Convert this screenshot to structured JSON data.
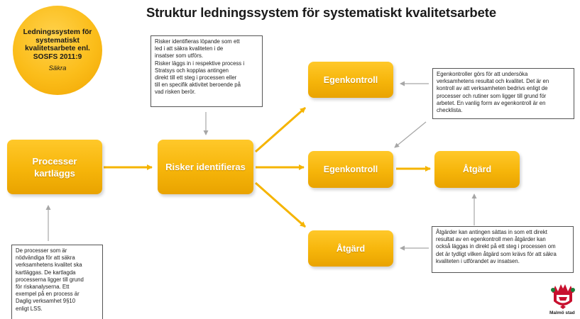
{
  "title": "Struktur ledningssystem för systematiskt kvalitetsarbete",
  "badge": {
    "lines": [
      "Ledningssystem för",
      "systematiskt",
      "kvalitetsarbete enl.",
      "SOSFS 2011:9"
    ],
    "subtitle": "Säkra"
  },
  "nodes": {
    "processer": "Processer kartläggs",
    "risker": "Risker identifieras",
    "egenkontroll_top": "Egenkontroll",
    "egenkontroll_mid": "Egenkontroll",
    "atgard_bottom": "Åtgärd",
    "atgard_right": "Åtgärd"
  },
  "notes": {
    "processer": "De processer som är\nnödvändiga för att säkra\nverksamhetens kvalitet ska\nkartläggas. De kartlagda\nprocesserna ligger till grund\nför riskanalyserna. Ett\nexempel på en process är\nDaglig verksamhet 9§10\nenligt LSS.",
    "risker": "Risker identifieras löpande som ett\nled i att säkra kvaliteten i de\ninsatser som utförs.\nRisker läggs in i respektive process i\nStratsys och kopplas antingen\ndirekt till ett steg i processen eller\ntill en specifik aktivitet beroende på\nvad risken berör.",
    "egenkontroll": "Egenkontroller görs för att undersöka\nverksamhetens resultat och kvalitet. Det är en\nkontroll av att verksamheten bedrivs enligt de\nprocesser och rutiner som ligger till grund för\narbetet. En vanlig form av egenkontroll är en\nchecklista.",
    "atgard": "Åtgärder kan antingen sättas in som ett direkt\nresultat av en egenkontroll men åtgärder kan\nockså läggas in direkt på ett steg i processen om\ndet är tydligt vilken åtgärd som krävs för att säkra\nkvaliteten i utförandet av insatsen."
  },
  "logo": {
    "name": "malmo-stad-logo-icon",
    "text": "Malmö stad"
  },
  "colors": {
    "node_fill": "#f6b50a",
    "badge_fill": "#fbbd1a",
    "arrow_yellow": "#f5b400",
    "arrow_gray": "#a6a6a6"
  }
}
